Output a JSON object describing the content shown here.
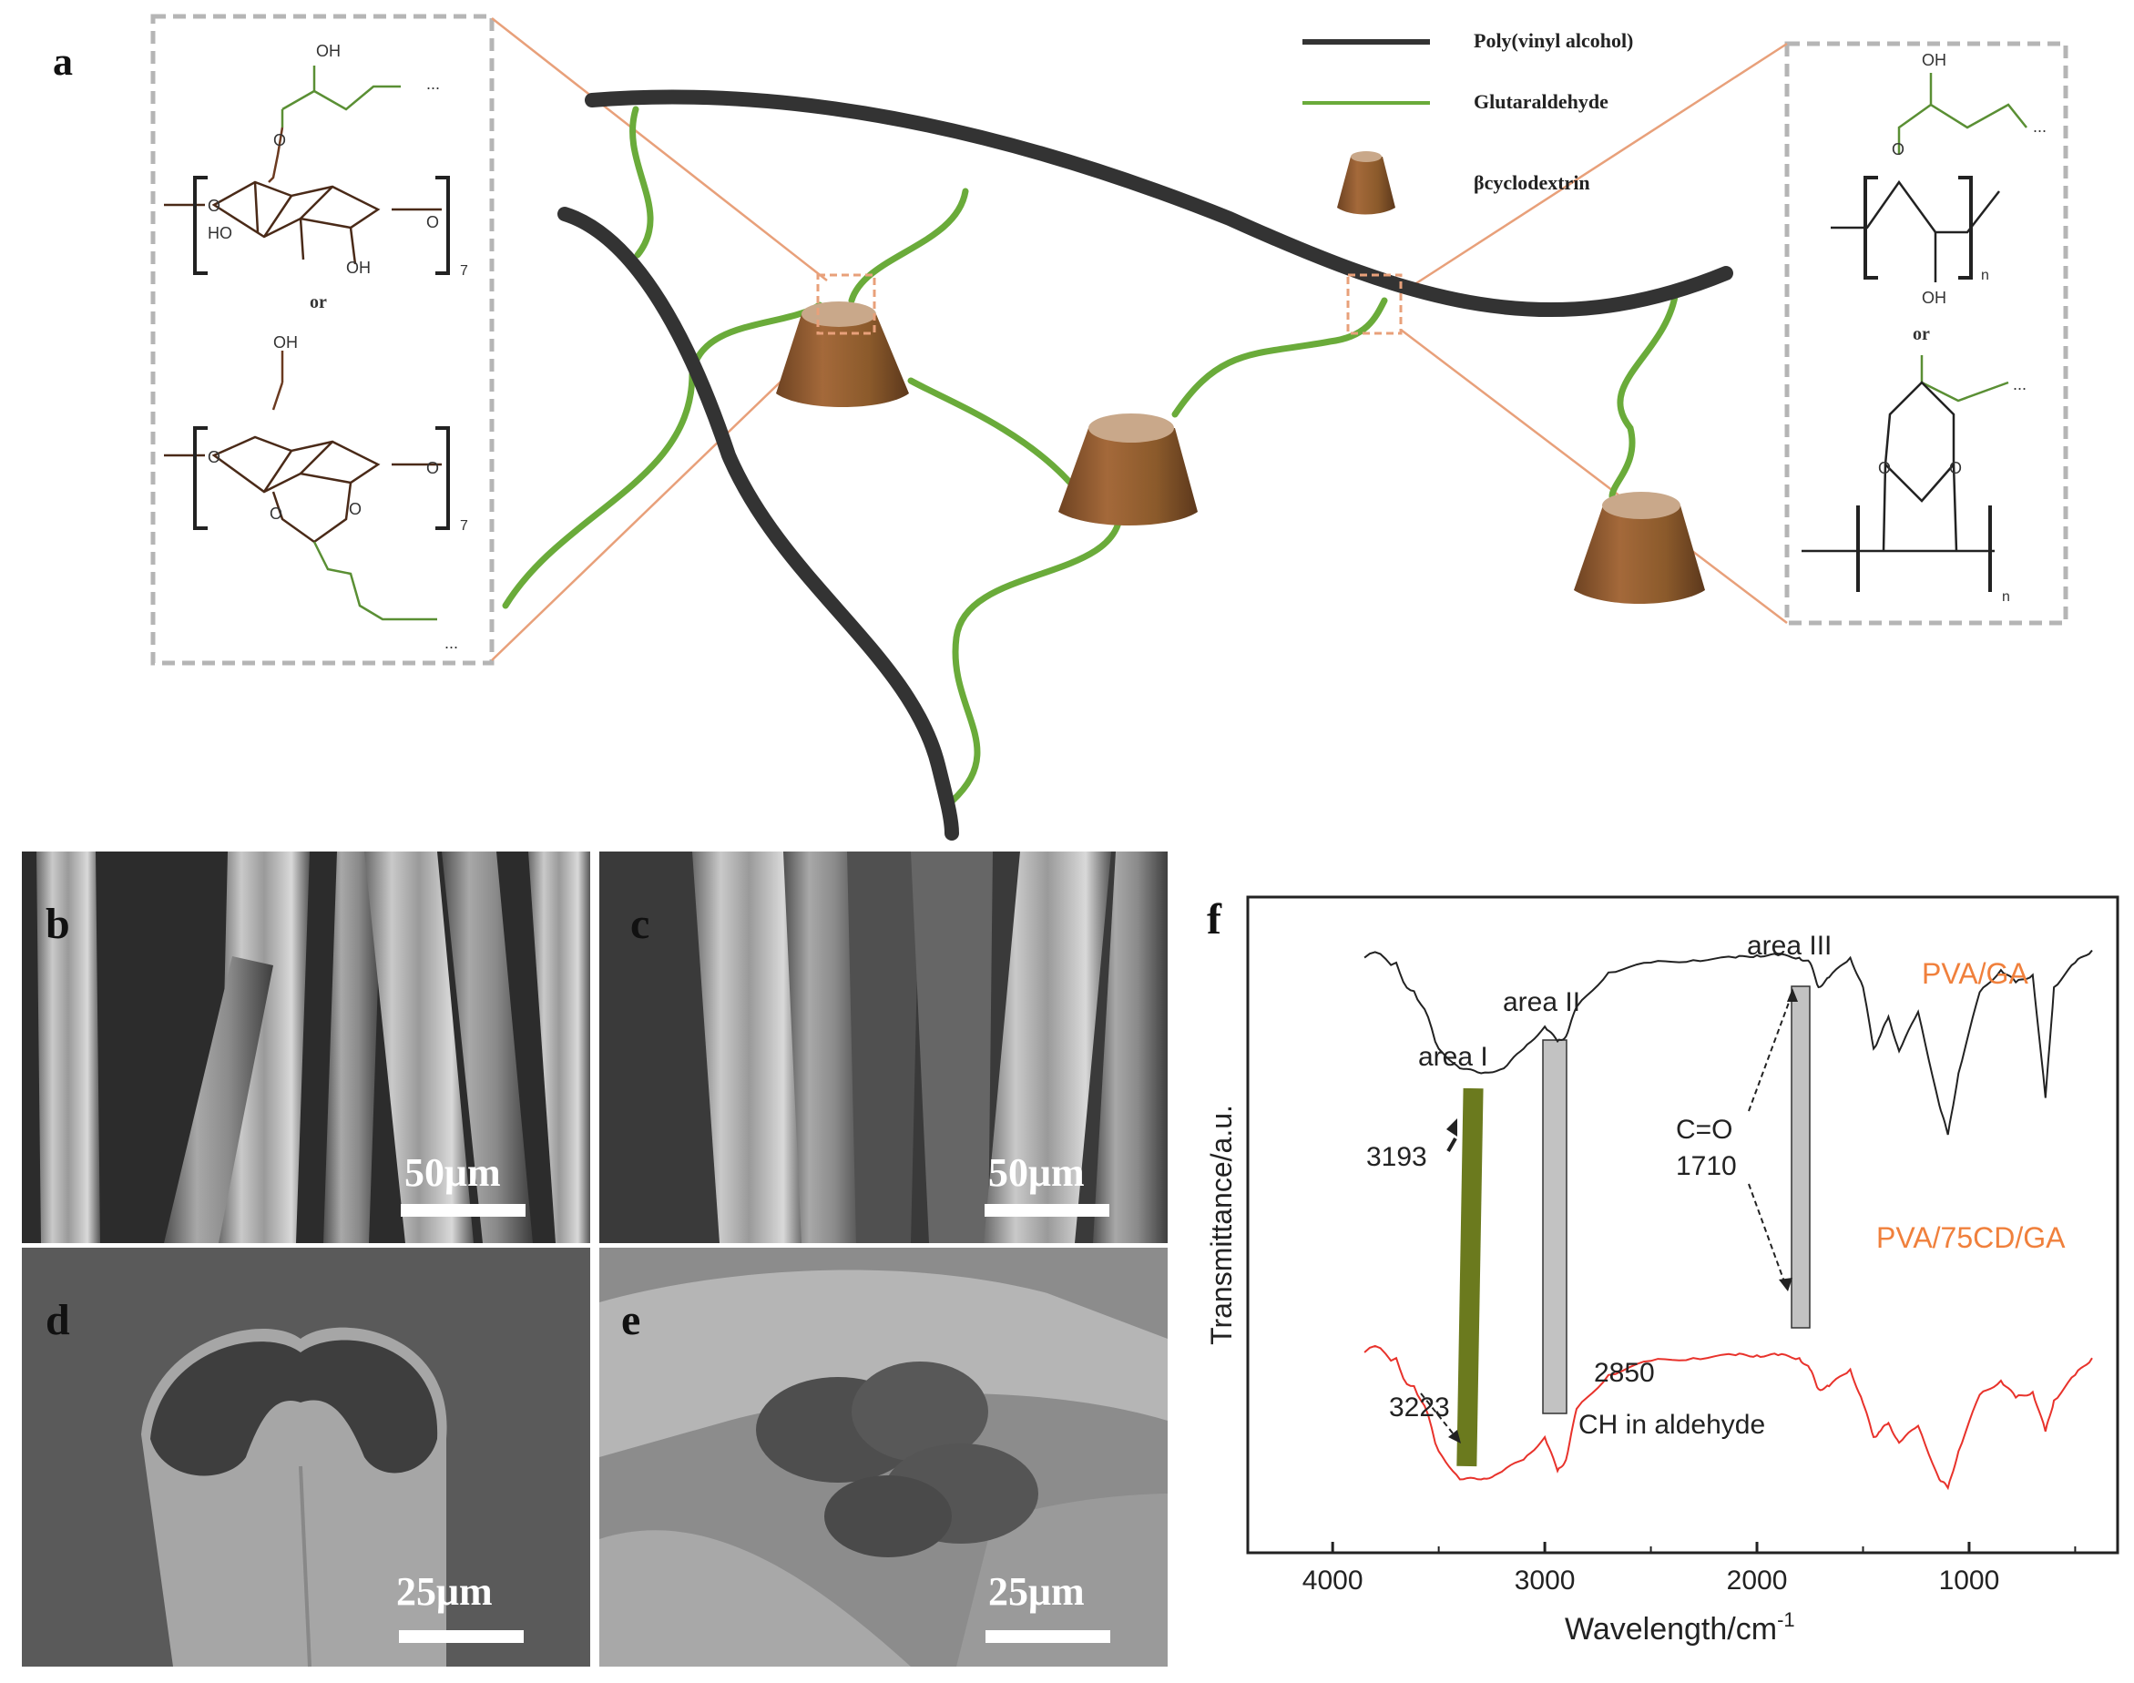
{
  "panel_labels": {
    "a": "a",
    "b": "b",
    "c": "c",
    "d": "d",
    "e": "e",
    "f": "f"
  },
  "legend": {
    "pva": "Poly(vinyl alcohol)",
    "ga": "Glutaraldehyde",
    "cd": "βcyclodextrin",
    "colors": {
      "pva": "#333333",
      "ga": "#6aab3a",
      "cd": "#8b5a2b"
    }
  },
  "chem_left": {
    "oh_top": "OH",
    "dots_top": "...",
    "o_ether": "O",
    "o_ring_l": "O",
    "o_ring_r": "O",
    "ho": "HO",
    "oh_bottom": "OH",
    "sub7_a": "7",
    "or": "or",
    "oh_top2": "OH",
    "o2_l": "O",
    "o2_r": "O",
    "o2_a": "O",
    "o2_b": "O",
    "sub7_b": "7",
    "dots_bottom": "..."
  },
  "chem_right": {
    "oh_top": "OH",
    "o_ether": "O",
    "dots_top": "...",
    "oh_bottom": "OH",
    "sub_n_a": "n",
    "or": "or",
    "dots_mid": "...",
    "o_a": "O",
    "o_b": "O",
    "sub_n_b": "n"
  },
  "sem": {
    "b_scale": "50μm",
    "c_scale": "50μm",
    "d_scale": "25μm",
    "e_scale": "25μm"
  },
  "ftir": {
    "area1": "area I",
    "area2": "area II",
    "area3": "area III",
    "co": "C=O",
    "v1710": "1710",
    "v3193": "3193",
    "v3223": "3223",
    "v2850": "2850",
    "ch_aldehyde": "CH in aldehyde",
    "series1": "PVA/GA",
    "series2": "PVA/75CD/GA",
    "ylabel": "Transmittance/a.u.",
    "xlabel": "Wavelength/cm",
    "xlabel_sup": "-1",
    "xticks": [
      "4000",
      "3000",
      "2000",
      "1000"
    ],
    "colors": {
      "series1": "#222222",
      "series2": "#e8322b",
      "label": "#f0803c"
    }
  },
  "chart_data": {
    "type": "line",
    "xlabel": "Wavelength/cm-1",
    "ylabel": "Transmittance/a.u.",
    "xlim": [
      4400,
      300
    ],
    "x_ticks": [
      4000,
      3000,
      2000,
      1000
    ],
    "series": [
      {
        "name": "PVA/GA",
        "x": [
          3850,
          3700,
          3600,
          3500,
          3400,
          3300,
          3193,
          3100,
          3000,
          2940,
          2900,
          2850,
          2700,
          2500,
          2300,
          2100,
          2000,
          1900,
          1800,
          1750,
          1710,
          1660,
          1560,
          1500,
          1450,
          1420,
          1380,
          1330,
          1240,
          1140,
          1100,
          1050,
          950,
          850,
          780,
          700,
          640,
          600,
          500,
          420
        ],
        "y": [
          0.92,
          0.9,
          0.75,
          0.55,
          0.47,
          0.45,
          0.47,
          0.55,
          0.64,
          0.58,
          0.6,
          0.72,
          0.86,
          0.9,
          0.91,
          0.92,
          0.93,
          0.93,
          0.92,
          0.9,
          0.8,
          0.84,
          0.92,
          0.8,
          0.55,
          0.6,
          0.68,
          0.54,
          0.7,
          0.32,
          0.2,
          0.45,
          0.78,
          0.87,
          0.82,
          0.85,
          0.35,
          0.8,
          0.9,
          0.95
        ]
      },
      {
        "name": "PVA/75CD/GA",
        "x": [
          3850,
          3700,
          3600,
          3500,
          3400,
          3300,
          3223,
          3100,
          3000,
          2940,
          2900,
          2850,
          2700,
          2500,
          2300,
          2100,
          2000,
          1900,
          1800,
          1750,
          1710,
          1660,
          1560,
          1500,
          1450,
          1420,
          1380,
          1330,
          1240,
          1140,
          1100,
          1050,
          950,
          850,
          780,
          700,
          640,
          600,
          500,
          420
        ],
        "y": [
          0.5,
          0.48,
          0.35,
          0.15,
          0.05,
          0.05,
          0.07,
          0.12,
          0.2,
          0.08,
          0.12,
          0.3,
          0.42,
          0.47,
          0.48,
          0.49,
          0.49,
          0.49,
          0.48,
          0.44,
          0.37,
          0.38,
          0.44,
          0.32,
          0.2,
          0.22,
          0.25,
          0.18,
          0.24,
          0.05,
          0.02,
          0.15,
          0.35,
          0.4,
          0.34,
          0.36,
          0.22,
          0.33,
          0.42,
          0.48
        ]
      }
    ],
    "annotations": [
      "area I",
      "area II",
      "area III",
      "3193",
      "3223",
      "2850",
      "CH in aldehyde",
      "C=O",
      "1710"
    ],
    "grid": false,
    "legend": "none"
  }
}
